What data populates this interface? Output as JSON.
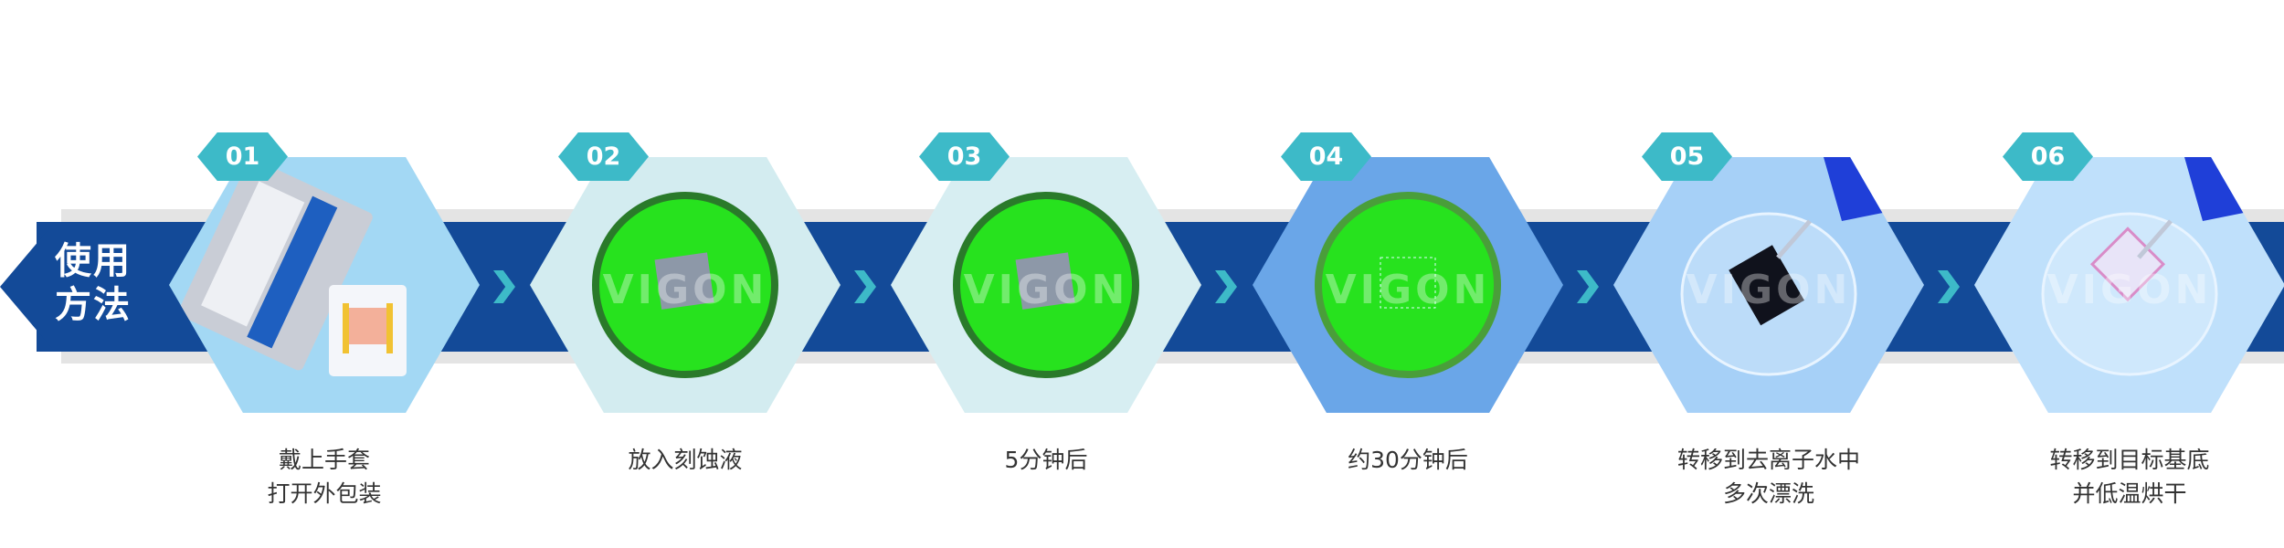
{
  "title_lines": [
    "使用",
    "方法"
  ],
  "watermark": "VIGON",
  "colors": {
    "band": "#134a98",
    "badge": "#3dbac8",
    "gray": "#e4e4e4"
  },
  "steps": [
    {
      "number": "01",
      "lines": [
        "戴上手套",
        "打开外包装"
      ],
      "bg": "#a3d8f4",
      "kind": "package"
    },
    {
      "number": "02",
      "lines": [
        "放入刻蚀液"
      ],
      "bg": "#d3ecf0",
      "kind": "green"
    },
    {
      "number": "03",
      "lines": [
        "5分钟后"
      ],
      "bg": "#d7eef2",
      "kind": "green"
    },
    {
      "number": "04",
      "lines": [
        "约30分钟后"
      ],
      "bg": "#6aa6e8",
      "kind": "green-clear"
    },
    {
      "number": "05",
      "lines": [
        "转移到去离子水中",
        "多次漂洗"
      ],
      "bg": "#a6d0f7",
      "kind": "water-dark"
    },
    {
      "number": "06",
      "lines": [
        "转移到目标基底",
        "并低温烘干"
      ],
      "bg": "#bfe0fb",
      "kind": "water-pink"
    }
  ]
}
